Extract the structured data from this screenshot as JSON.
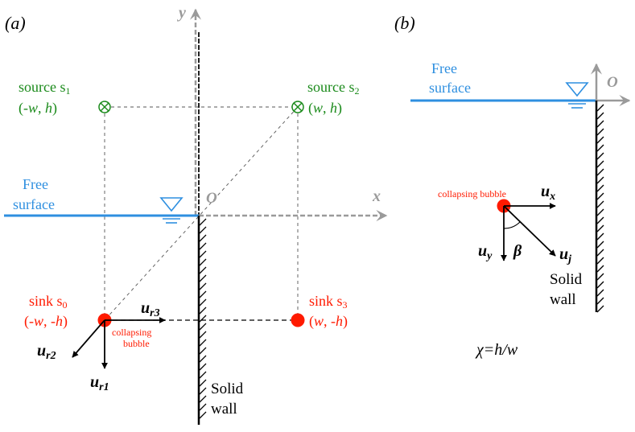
{
  "panel_a": {
    "label": "(a)",
    "axis_y": "y",
    "axis_x": "x",
    "origin": "O",
    "free_surface_line1": "Free",
    "free_surface_line2": "surface",
    "source1_name": "source s",
    "source1_sub": "1",
    "source1_coords_pre": "(-",
    "source1_coords_w": "w",
    "source1_coords_mid": ", ",
    "source1_coords_h": "h",
    "source1_coords_post": ")",
    "source2_name": "source s",
    "source2_sub": "2",
    "source2_coords_pre": "(",
    "source2_coords_w": "w",
    "source2_coords_mid": ", ",
    "source2_coords_h": "h",
    "source2_coords_post": ")",
    "sink0_name": "sink s",
    "sink0_sub": "0",
    "sink0_coords_pre": "(-",
    "sink0_coords_w": "w",
    "sink0_coords_mid": ", -",
    "sink0_coords_h": "h",
    "sink0_coords_post": ")",
    "sink3_name": "sink s",
    "sink3_sub": "3",
    "sink3_coords_pre": "(",
    "sink3_coords_w": "w",
    "sink3_coords_mid": ", -",
    "sink3_coords_h": "h",
    "sink3_coords_post": ")",
    "bubble_line1": "collapsing",
    "bubble_line2": "bubble",
    "ur1_main": "u",
    "ur1_sub": "r1",
    "ur2_main": "u",
    "ur2_sub": "r2",
    "ur3_main": "u",
    "ur3_sub": "r3",
    "wall_line1": "Solid",
    "wall_line2": "wall"
  },
  "panel_b": {
    "label": "(b)",
    "origin": "O",
    "free_surface_line1": "Free",
    "free_surface_line2": "surface",
    "bubble_label": "collapsing bubble",
    "ux_main": "u",
    "ux_sub": "x",
    "uy_main": "u",
    "uy_sub": "y",
    "uj_main": "u",
    "uj_sub": "j",
    "beta": "β",
    "wall_line1": "Solid",
    "wall_line2": "wall",
    "ratio": "χ=h/w"
  },
  "colors": {
    "source": "#1a8a1a",
    "sink": "#ff1a00",
    "surface": "#2e8fe0",
    "axis": "#9a9a9a",
    "ink": "#000000"
  }
}
